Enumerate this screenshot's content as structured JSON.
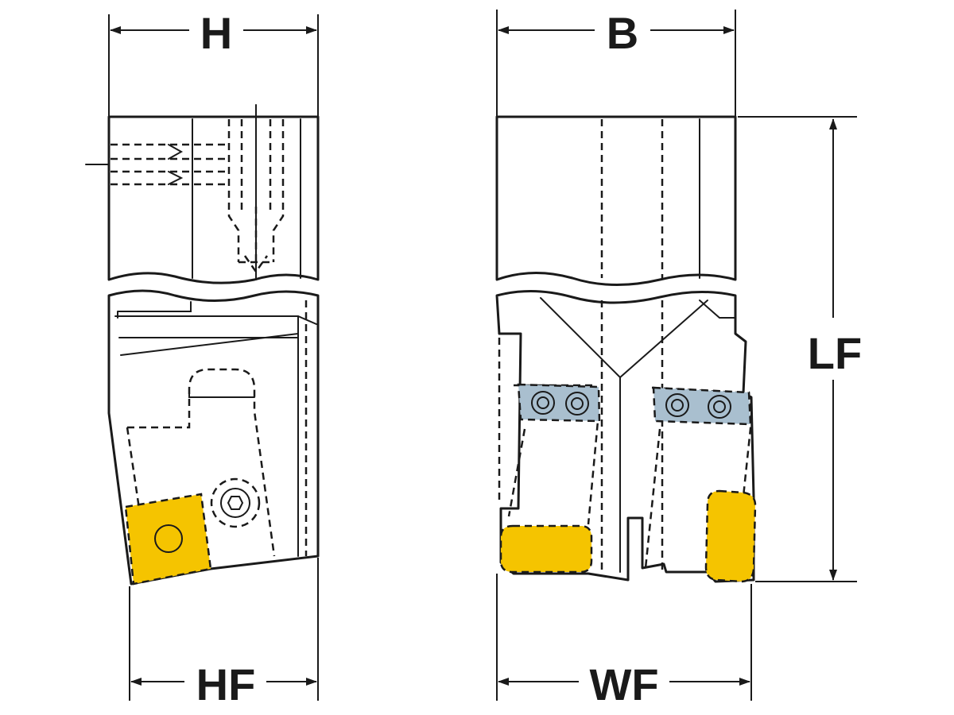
{
  "dimensions": {
    "H": "H",
    "B": "B",
    "LF": "LF",
    "HF": "HF",
    "WF": "WF"
  },
  "colors": {
    "body": "#a9bfcf",
    "insert": "#f5c400",
    "line": "#1a1a1a",
    "background": "#ffffff"
  }
}
